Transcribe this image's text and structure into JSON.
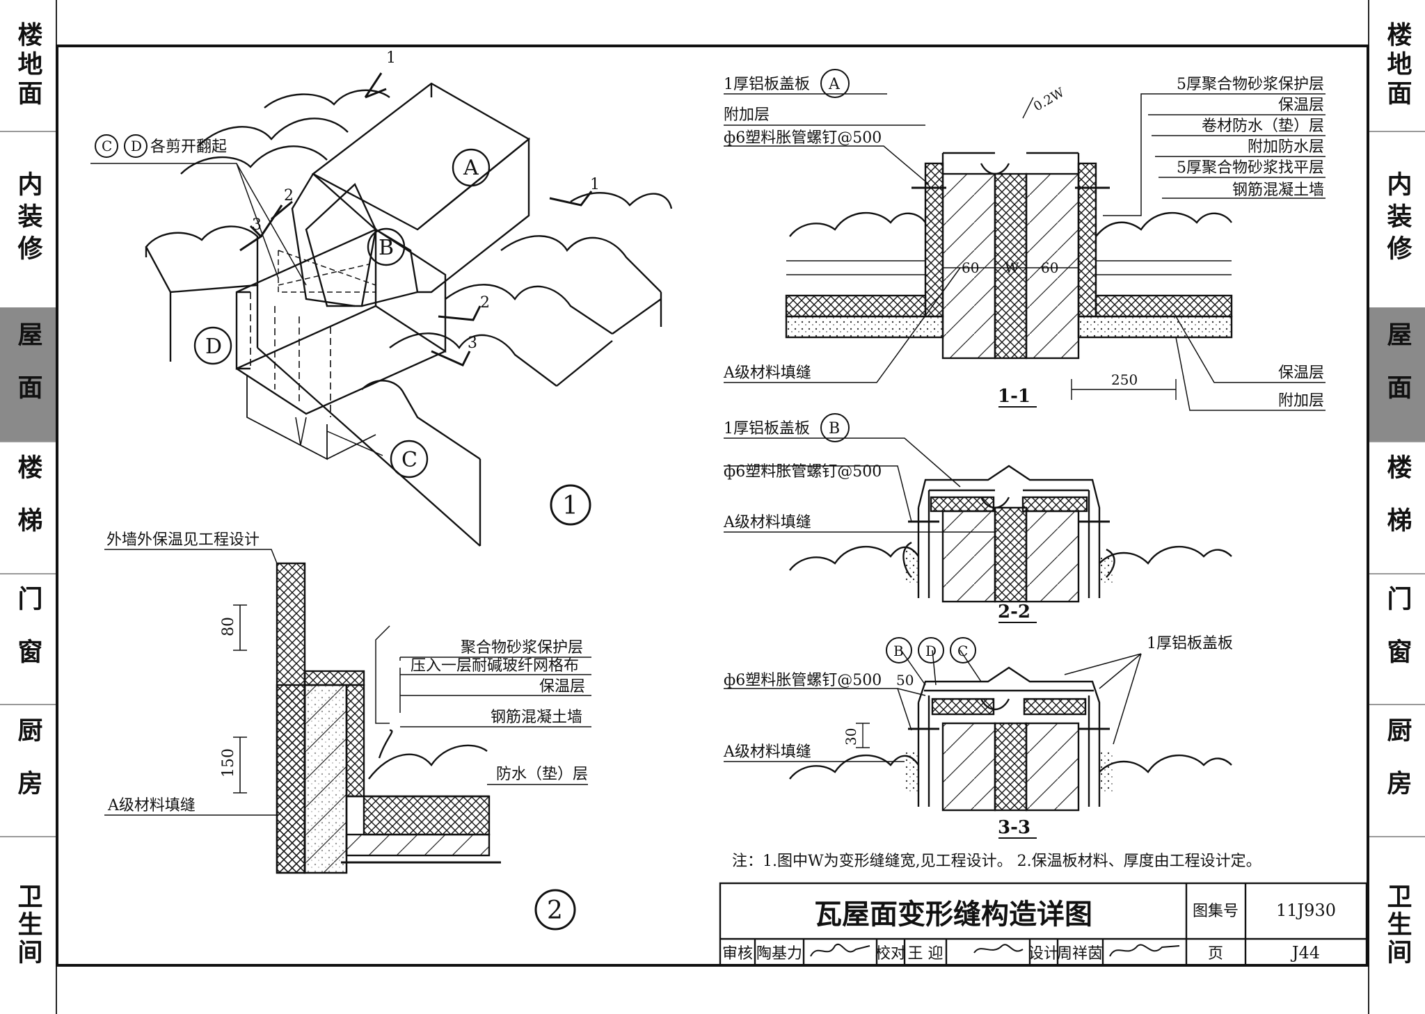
{
  "side_tabs": {
    "items": [
      {
        "label": "楼地面",
        "active": false
      },
      {
        "label": "内装修",
        "active": false
      },
      {
        "label": "屋面",
        "active": true
      },
      {
        "label": "楼梯",
        "active": false
      },
      {
        "label": "门窗",
        "active": false
      },
      {
        "label": "厨房",
        "active": false
      },
      {
        "label": "卫生间",
        "active": false
      }
    ]
  },
  "detail1": {
    "marker": "1",
    "cut_1": "1",
    "cut_1b": "1",
    "cut_2": "2",
    "cut_2b": "2",
    "cut_3": "3",
    "cut_3b": "3",
    "label_A": "A",
    "label_B": "B",
    "label_C": "C",
    "label_D": "D",
    "note_prefix_C": "C",
    "note_prefix_D": "D",
    "note": "各剪开翻起"
  },
  "detail2": {
    "marker": "2",
    "label_ext_wall": "外墙外保温见工程设计",
    "dim_80": "80",
    "dim_150": "150",
    "label_fill": "A级材料填缝",
    "label_mortar": "聚合物砂浆保护层",
    "label_mesh": "压入一层耐碱玻纤网格布",
    "label_insul": "保温层",
    "label_concrete": "钢筋混凝土墙",
    "label_waterproof": "防水（垫）层"
  },
  "section11": {
    "title": "1-1",
    "plate_label": "1厚铝板盖板",
    "plate_ref": "A",
    "additional": "附加层",
    "screw": "ф6塑料胀管螺钉@500",
    "fill": "A级材料填缝",
    "dim_02w": "0.2W",
    "dim_60a": "60",
    "dim_w": "W",
    "dim_60b": "60",
    "dim_250": "250",
    "r1": "5厚聚合物砂浆保护层",
    "r2": "保温层",
    "r3": "卷材防水（垫）层",
    "r4": "附加防水层",
    "r5": "5厚聚合物砂浆找平层",
    "r6": "钢筋混凝土墙",
    "r7": "保温层",
    "r8": "附加层"
  },
  "section22": {
    "title": "2-2",
    "plate_label": "1厚铝板盖板",
    "plate_ref": "B",
    "screw": "ф6塑料胀管螺钉@500",
    "fill": "A级材料填缝"
  },
  "section33": {
    "title": "3-3",
    "ref_b": "B",
    "ref_d": "D",
    "ref_c": "C",
    "screw": "ф6塑料胀管螺钉@500",
    "dim_50": "50",
    "dim_30": "30",
    "fill": "A级材料填缝",
    "plate_label": "1厚铝板盖板"
  },
  "notes": "注：1.图中W为变形缝缝宽,见工程设计。   2.保温板材料、厚度由工程设计定。",
  "title_block": {
    "title": "瓦屋面变形缝构造详图",
    "atlas_label": "图集号",
    "atlas_no": "11J930",
    "review_label": "审核",
    "reviewer": "陶基力",
    "check_label": "校对",
    "checker": "王 迎",
    "design_label": "设计",
    "designer": "周祥茵",
    "page_label": "页",
    "page_no": "J44"
  }
}
